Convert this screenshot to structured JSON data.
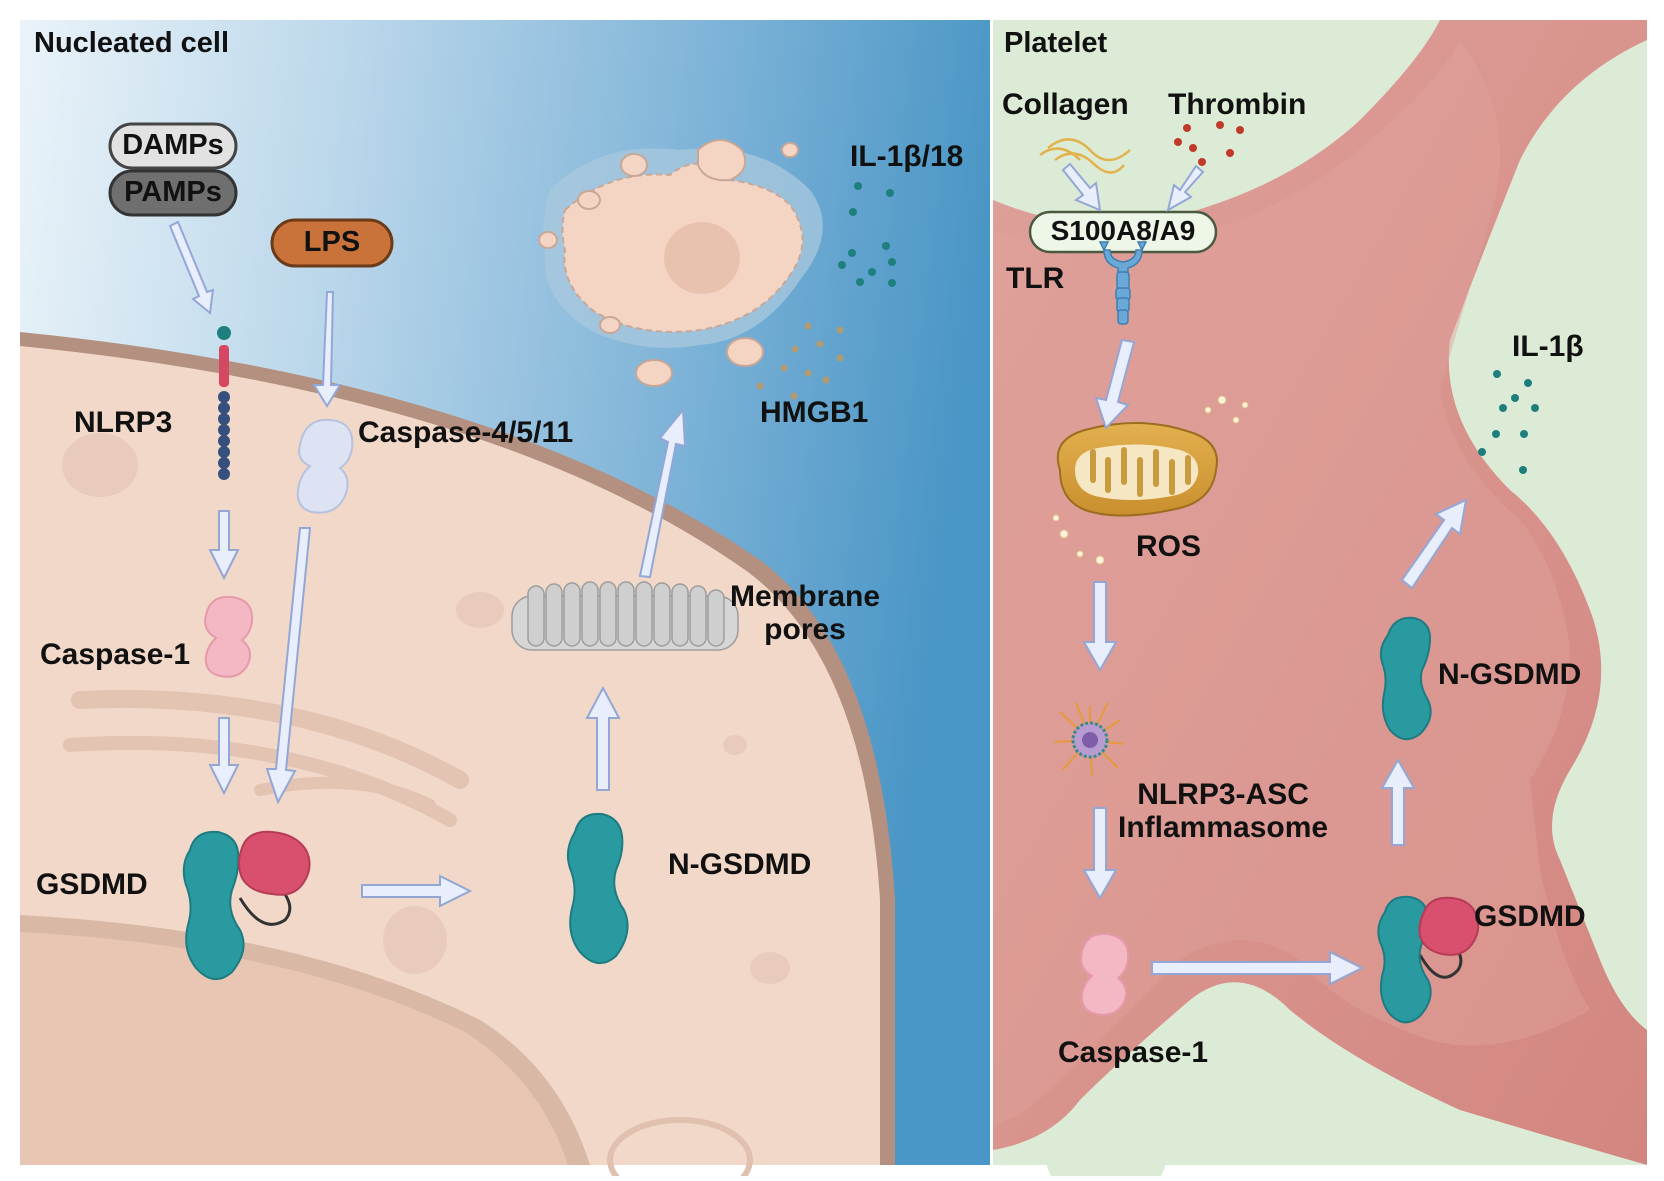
{
  "panels": {
    "left": {
      "title": "Nucleated cell"
    },
    "right": {
      "title": "Platelet"
    }
  },
  "left_labels": {
    "damps": "DAMPs",
    "pamps": "PAMPs",
    "lps": "LPS",
    "nlrp3": "NLRP3",
    "caspase_4_5_11": "Caspase-4/5/11",
    "caspase_1": "Caspase-1",
    "gsdmd": "GSDMD",
    "n_gsdmd": "N-GSDMD",
    "membrane_pores_line1": "Membrane",
    "membrane_pores_line2": "pores",
    "il1b_18": "IL-1β/18",
    "hmgb1": "HMGB1"
  },
  "right_labels": {
    "collagen": "Collagen",
    "thrombin": "Thrombin",
    "s100a8_a9": "S100A8/A9",
    "tlr": "TLR",
    "ros": "ROS",
    "inflammasome_line1": "NLRP3-ASC",
    "inflammasome_line2": "Inflammasome",
    "caspase_1": "Caspase-1",
    "gsdmd": "GSDMD",
    "n_gsdmd": "N-GSDMD",
    "il1b": "IL-1β"
  },
  "colors": {
    "gsdmd_teal": "#2a9aa1",
    "gsdmd_red": "#d9506e",
    "caspase1_pink": "#f4b8c4",
    "caspase4_lavender": "#dde3f2",
    "lps_orange": "#c9733a",
    "platelet_red": "#d98c86",
    "platelet_bg_green": "#dcebd6",
    "extracellular_blue": "#4a9ac8",
    "cell_beige": "#f0d6c6",
    "membrane_brown": "#b08a7a",
    "arrow_fill": "#e8eefb",
    "arrow_stroke": "#93a7d6"
  }
}
